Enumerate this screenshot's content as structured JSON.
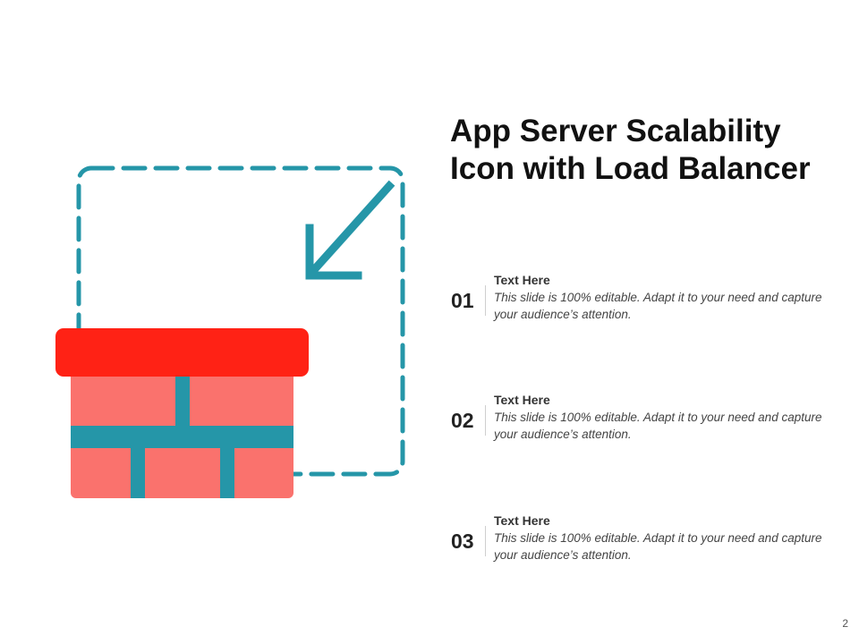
{
  "slide": {
    "title_line1": "App Server Scalability",
    "title_line2": "Icon with Load Balancer",
    "items": [
      {
        "number": "01",
        "heading": "Text Here",
        "description": "This slide is 100% editable. Adapt it to your need and capture your audience’s attention."
      },
      {
        "number": "02",
        "heading": "Text Here",
        "description": "This slide is 100% editable. Adapt it to your need and capture your audience’s attention."
      },
      {
        "number": "03",
        "heading": "Text Here",
        "description": "This slide is 100% editable. Adapt it to your need and capture your audience’s attention."
      }
    ],
    "page_number": "2"
  },
  "colors": {
    "accent_teal": "#2596A8",
    "roof_red": "#FF2215",
    "brick_salmon": "#FA726D"
  },
  "icons": {
    "illustration": "server-scaling-icon",
    "arrow": "arrow-down-left-icon",
    "wall": "brick-wall-icon"
  }
}
